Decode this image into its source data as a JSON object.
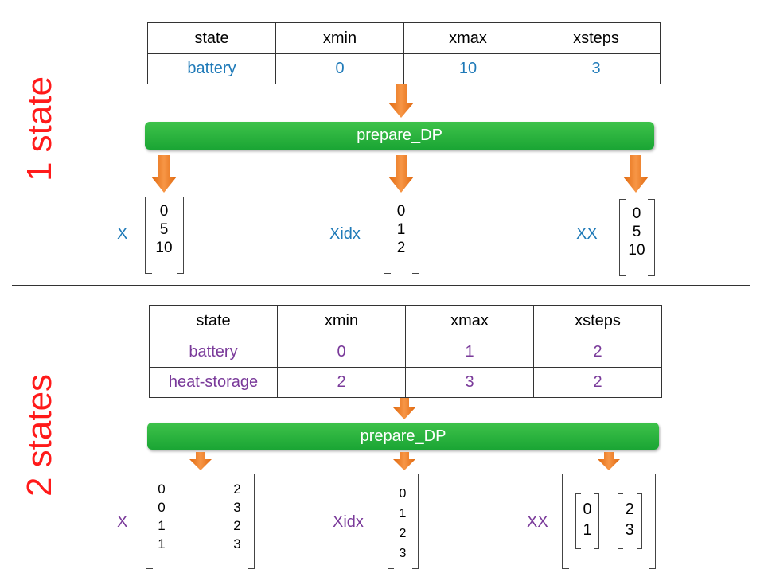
{
  "section1": {
    "side_label": "1 state",
    "table": {
      "headers": [
        "state",
        "xmin",
        "xmax",
        "xsteps"
      ],
      "rows": [
        [
          "battery",
          "0",
          "10",
          "3"
        ]
      ]
    },
    "process": "prepare_DP",
    "outputs": {
      "X": {
        "label": "X",
        "values": [
          "0",
          "5",
          "10"
        ]
      },
      "Xidx": {
        "label": "Xidx",
        "values": [
          "0",
          "1",
          "2"
        ]
      },
      "XX": {
        "label": "XX",
        "values": [
          "0",
          "5",
          "10"
        ]
      }
    }
  },
  "section2": {
    "side_label": "2 states",
    "table": {
      "headers": [
        "state",
        "xmin",
        "xmax",
        "xsteps"
      ],
      "rows": [
        [
          "battery",
          "0",
          "1",
          "2"
        ],
        [
          "heat-storage",
          "2",
          "3",
          "2"
        ]
      ]
    },
    "process": "prepare_DP",
    "outputs": {
      "X": {
        "label": "X",
        "col1": [
          "0",
          "0",
          "1",
          "1"
        ],
        "col2": [
          "2",
          "3",
          "2",
          "3"
        ]
      },
      "Xidx": {
        "label": "Xidx",
        "values": [
          "0",
          "1",
          "2",
          "3"
        ]
      },
      "XX": {
        "label": "XX",
        "cell1": [
          "0",
          "1"
        ],
        "cell2": [
          "2",
          "3"
        ]
      }
    }
  },
  "colors": {
    "section1_text": "#1f7ab8",
    "section2_text": "#7a3a9a",
    "side_label": "#ff1a1a",
    "bar": "#1aa534",
    "arrow": "#f07f1e"
  }
}
